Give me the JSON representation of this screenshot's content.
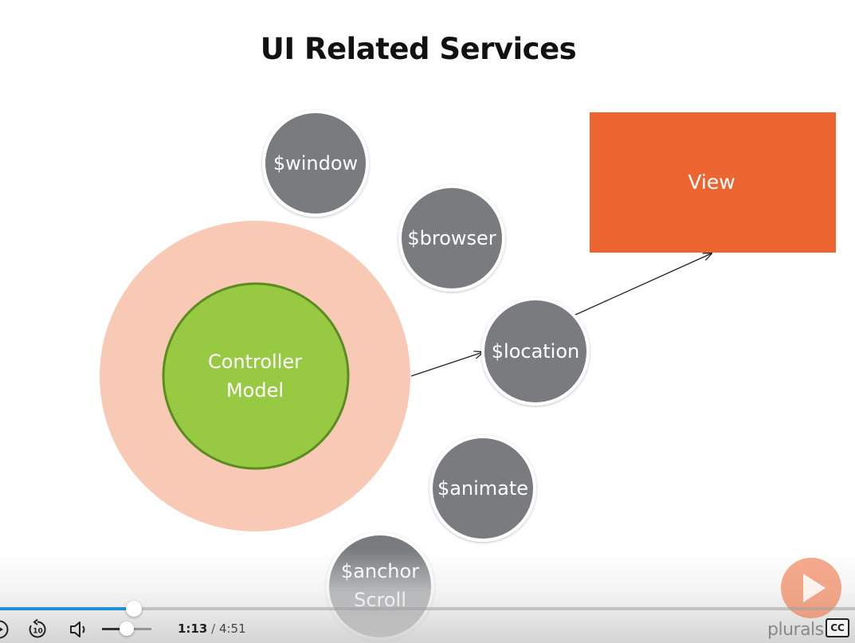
{
  "slide": {
    "title": "UI Related Services",
    "nodes": {
      "window": "$window",
      "browser": "$browser",
      "location": "$location",
      "animate": "$animate",
      "anchor_line1": "$anchor",
      "anchor_line2": "Scroll",
      "controller_line1": "Controller",
      "controller_line2": "Model",
      "view": "View"
    }
  },
  "colors": {
    "view_box": "#ec6530",
    "outer_ring": "#f8c9b5",
    "controller": "#97c942",
    "controller_border": "#5b8c22",
    "service_circle": "#7a7b7f",
    "progress": "#1e90d8",
    "play_button": "#ec6530"
  },
  "player": {
    "current_time": "1:13",
    "separator": "/",
    "total_time": "4:51",
    "progress_fraction": 0.157,
    "volume_fraction": 0.5,
    "cc_label": "CC",
    "brand_text": "plurals",
    "icons": [
      "play-icon",
      "rewind-10-icon",
      "volume-icon",
      "big-play-icon"
    ]
  }
}
